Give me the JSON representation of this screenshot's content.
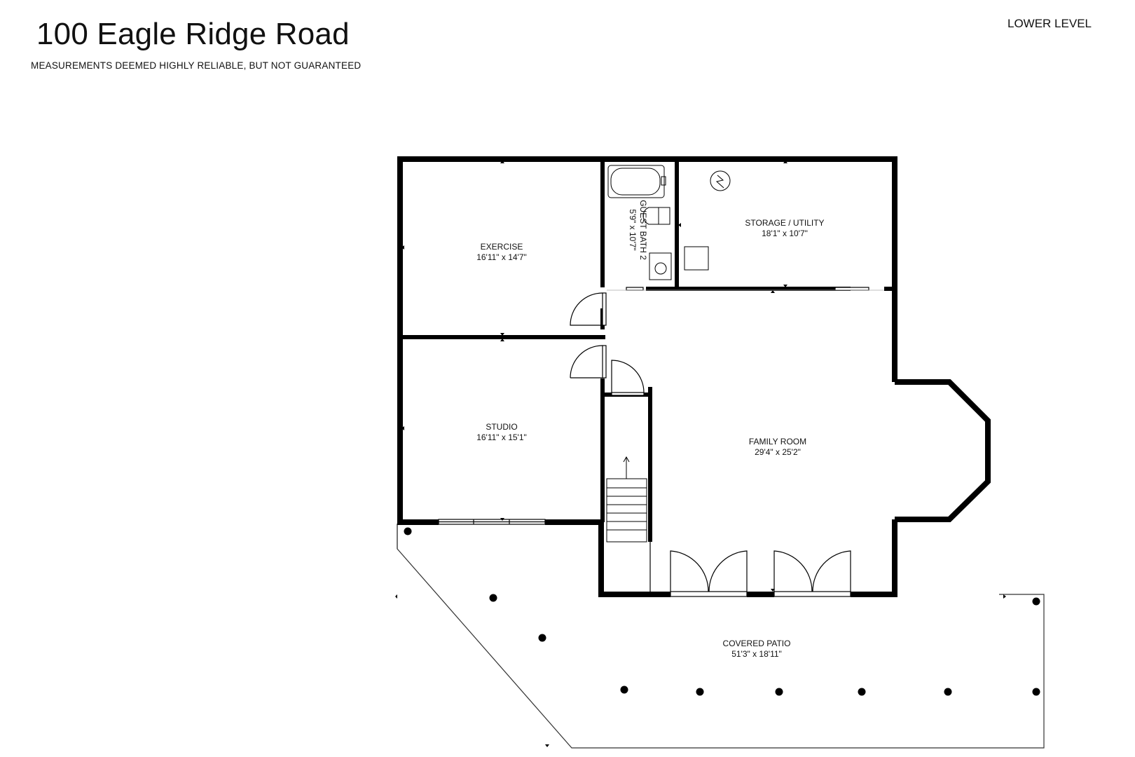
{
  "header": {
    "title": "100 Eagle Ridge Road",
    "disclaimer": "MEASUREMENTS DEEMED HIGHLY RELIABLE, BUT NOT GUARANTEED",
    "level": "LOWER LEVEL"
  },
  "rooms": {
    "exercise": {
      "name": "EXERCISE",
      "dims": "16'11\" x 14'7\""
    },
    "guest_bath": {
      "name": "GUEST BATH 2",
      "dims": "5'9\" x 10'7\""
    },
    "storage": {
      "name": "STORAGE / UTILITY",
      "dims": "18'1\" x 10'7\""
    },
    "studio": {
      "name": "STUDIO",
      "dims": "16'11\" x 15'1\""
    },
    "family": {
      "name": "FAMILY ROOM",
      "dims": "29'4\" x 25'2\""
    },
    "patio": {
      "name": "COVERED PATIO",
      "dims": "51'3\" x 18'11\""
    }
  }
}
